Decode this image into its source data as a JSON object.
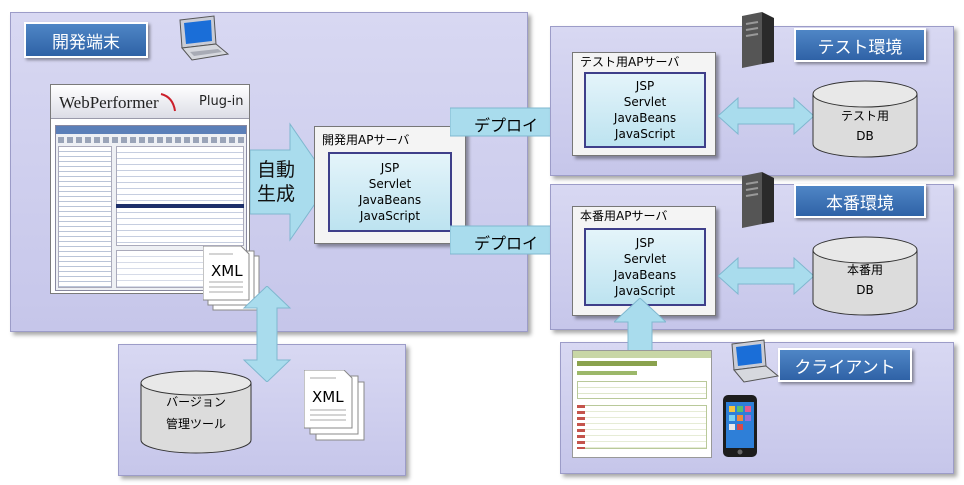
{
  "dev_terminal": {
    "tag": "開発端末",
    "banner_brand": "WebPerformer",
    "banner_plugin": "Plug-in",
    "auto_generate": [
      "自動",
      "生成"
    ],
    "xml_doc": "XML"
  },
  "dev_server": {
    "title": "開発用APサーバ",
    "items": [
      "JSP",
      "Servlet",
      "JavaBeans",
      "JavaScript"
    ]
  },
  "deploy_labels": [
    "デプロイ",
    "デプロイ"
  ],
  "test_env": {
    "tag": "テスト環境",
    "server_title": "テスト用APサーバ",
    "items": [
      "JSP",
      "Servlet",
      "JavaBeans",
      "JavaScript"
    ],
    "db": [
      "テスト用",
      "DB"
    ]
  },
  "prod_env": {
    "tag": "本番環境",
    "server_title": "本番用APサーバ",
    "items": [
      "JSP",
      "Servlet",
      "JavaBeans",
      "JavaScript"
    ],
    "db": [
      "本番用",
      "DB"
    ]
  },
  "version_control": {
    "db": [
      "バージョン",
      "管理ツール"
    ],
    "xml_doc": "XML"
  },
  "client": {
    "tag": "クライアント"
  },
  "colors": {
    "zone": "#cfcfee",
    "tag": "#3b6db3",
    "arrow": "#a9dced",
    "server_inner": "#cdebf5",
    "db": "#d9d9d9"
  }
}
